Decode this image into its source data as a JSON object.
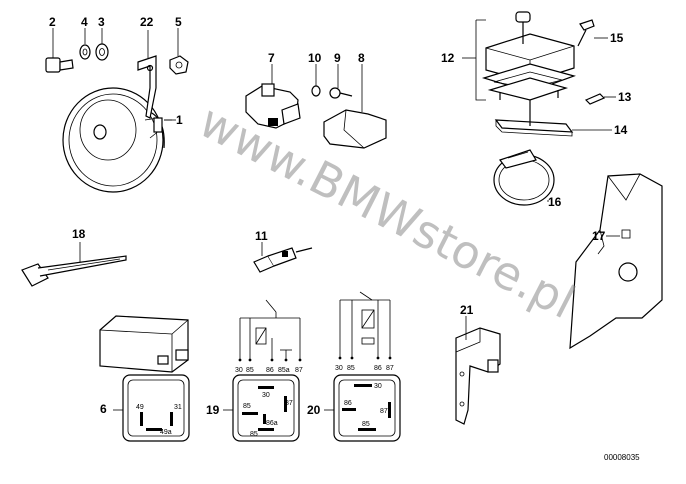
{
  "diagram": {
    "reference_code": "00008035",
    "watermark": "www.BMWstore.pl",
    "callouts": [
      "1",
      "2",
      "3",
      "4",
      "5",
      "6",
      "7",
      "8",
      "9",
      "10",
      "11",
      "12",
      "13",
      "14",
      "15",
      "16",
      "17",
      "18",
      "19",
      "20",
      "21",
      "22"
    ],
    "relay_6_pins": [
      "49",
      "31",
      "49a"
    ],
    "relay_19_pins": [
      "30",
      "85",
      "87",
      "86a",
      "85"
    ],
    "relay_20_pins": [
      "30",
      "86",
      "87",
      "85"
    ],
    "schematic_19_terminals": [
      "30",
      "85",
      "86",
      "85a",
      "87"
    ],
    "schematic_20_terminals": [
      "30",
      "85",
      "86",
      "87"
    ]
  }
}
